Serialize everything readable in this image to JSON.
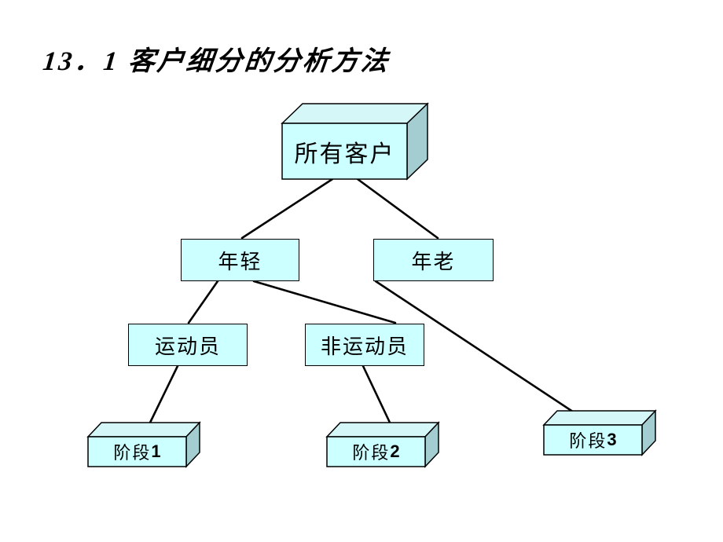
{
  "slide": {
    "title": "13．1  客户细分的分析方法",
    "background_color": "#FFFFFF"
  },
  "palette": {
    "box_face": "#CCFFFF",
    "box_top": "#D6F7F7",
    "box_side": "#A3CDD1",
    "outline": "#000000",
    "text": "#000000"
  },
  "diagram": {
    "type": "tree",
    "nodes": [
      {
        "id": "root",
        "label": "所有客户",
        "style": "cube",
        "level": 1
      },
      {
        "id": "young",
        "label": "年轻",
        "style": "flat",
        "level": 2
      },
      {
        "id": "old",
        "label": "年老",
        "style": "flat",
        "level": 2
      },
      {
        "id": "athlete",
        "label": "运动员",
        "style": "flat",
        "level": 3
      },
      {
        "id": "nonathlete",
        "label": "非运动员",
        "style": "flat",
        "level": 3
      },
      {
        "id": "stage1",
        "label": "阶段",
        "suffix": "1",
        "style": "cube",
        "level": 4
      },
      {
        "id": "stage2",
        "label": "阶段",
        "suffix": "2",
        "style": "cube",
        "level": 4
      },
      {
        "id": "stage3",
        "label": "阶段",
        "suffix": "3",
        "style": "cube",
        "level": 4
      }
    ],
    "edges": [
      {
        "from": "root",
        "to": "young"
      },
      {
        "from": "root",
        "to": "old"
      },
      {
        "from": "young",
        "to": "athlete"
      },
      {
        "from": "young",
        "to": "nonathlete"
      },
      {
        "from": "old",
        "to": "stage3"
      },
      {
        "from": "athlete",
        "to": "stage1"
      },
      {
        "from": "nonathlete",
        "to": "stage2"
      }
    ]
  }
}
